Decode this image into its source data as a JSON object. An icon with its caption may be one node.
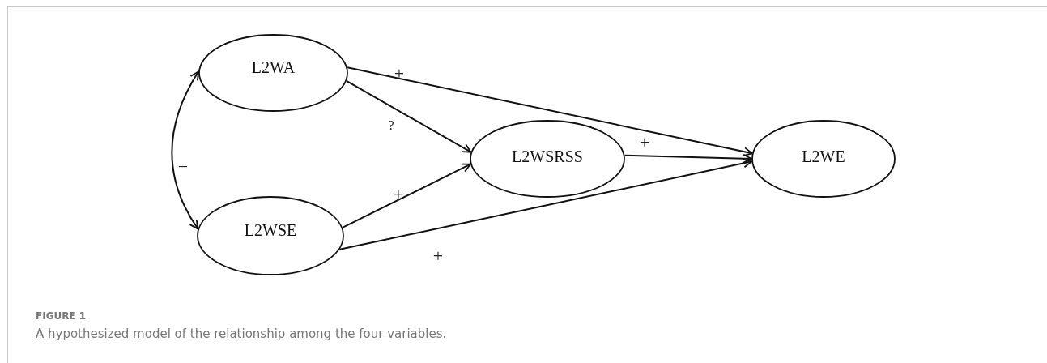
{
  "diagram": {
    "title": "FIGURE 1",
    "caption": "A hypothesized model of the relationship among the four variables.",
    "nodes": [
      {
        "text": [
          "L2WA"
        ]
      },
      {
        "text": [
          "L2WSE"
        ]
      },
      {
        "text": [
          "L2WSRSS"
        ]
      },
      {
        "text": [
          "L2WE"
        ]
      }
    ],
    "edges": [
      {
        "from": 0,
        "to": 3,
        "arrow": "to",
        "label": "+"
      },
      {
        "from": 0,
        "to": 2,
        "arrow": "to",
        "label": "?"
      },
      {
        "from": 1,
        "to": 2,
        "arrow": "to",
        "label": "+"
      },
      {
        "from": 2,
        "to": 3,
        "arrow": "to",
        "label": "+"
      },
      {
        "from": 1,
        "to": 3,
        "arrow": "to",
        "label": "+"
      },
      {
        "from": 1,
        "to": 0,
        "arrow": "both",
        "label": "−"
      }
    ]
  }
}
